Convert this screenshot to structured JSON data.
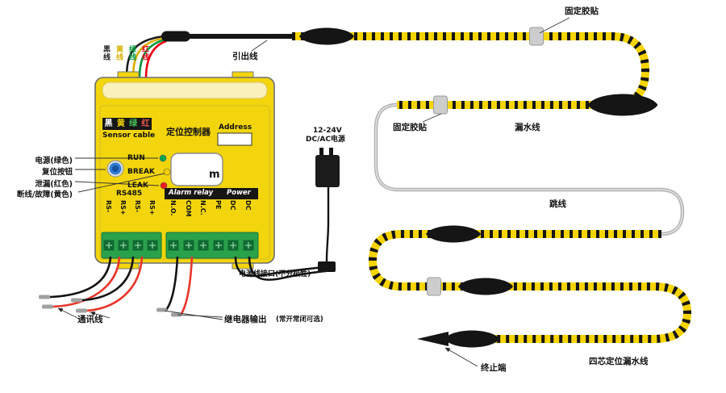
{
  "top_wires": {
    "items": [
      {
        "text": "黑线",
        "color": "#1a1a1a"
      },
      {
        "text": "黄线",
        "color": "#d8b000"
      },
      {
        "text": "绿线",
        "color": "#00963c"
      },
      {
        "text": "红线",
        "color": "#e60012"
      }
    ],
    "lead_out_label": "引出线"
  },
  "controller": {
    "strip_chars": [
      {
        "ch": "黑",
        "color": "#ffffff"
      },
      {
        "ch": "黄",
        "color": "#f5d400"
      },
      {
        "ch": "绿",
        "color": "#44c05a"
      },
      {
        "ch": "红",
        "color": "#f0584e"
      }
    ],
    "sensor_cable": "Sensor cable",
    "title": "定位控制器",
    "address": "Address",
    "leds": [
      {
        "label": "RUN",
        "color": "#00a651"
      },
      {
        "label": "BREAK",
        "color": "#f8d000"
      },
      {
        "label": "LEAK",
        "color": "#ed1c24"
      }
    ],
    "display_unit": "m",
    "rs485": "RS485",
    "alarm_relay": "Alarm relay",
    "power": "Power",
    "rs_terminals": [
      "RS-",
      "RS+",
      "RS-",
      "RS+"
    ],
    "relay_terminals": [
      "N.O.",
      "COM",
      "N.C."
    ],
    "power_terminals": [
      "PE",
      "DC",
      "DC"
    ]
  },
  "indicator_labels": [
    {
      "text": "电源(绿色)"
    },
    {
      "text": "复位按钮"
    },
    {
      "text": "泄漏(红色)"
    },
    {
      "text": "断线/故障(黄色)"
    }
  ],
  "bottom_labels": {
    "comm": "通讯线",
    "relay_out": "继电器输出",
    "relay_out_note": "(常开常闭可选)",
    "power_jack": "电源线接口(不分极性)",
    "psu_line1": "12-24V",
    "psu_line2": "DC/AC电源"
  },
  "cable_labels": {
    "fix_tape_top": "固定胶贴",
    "fix_tape_mid": "固定胶贴",
    "leak_cable": "漏水线",
    "jumper": "跳线",
    "four_core": "四芯定位漏水线",
    "terminator": "终止端"
  },
  "cable_colors": {
    "yellow": "#f6d400",
    "black": "#151515",
    "jumper_gray": "#b3b3b3",
    "clip_gray": "#cdcdcd"
  },
  "io_wires": {
    "black": "#141414",
    "red": "#e8352a"
  }
}
